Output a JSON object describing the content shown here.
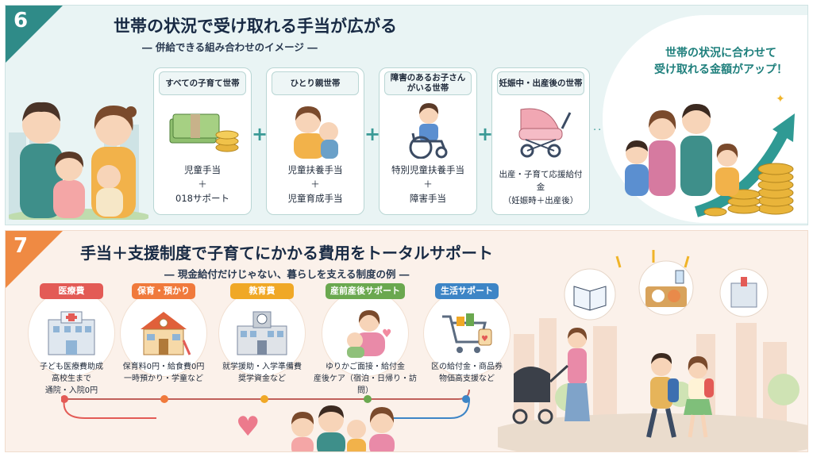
{
  "section6": {
    "number": "6",
    "title": "世帯の状況で受け取れる手当が広がる",
    "subtitle": "― 併給できる組み合わせのイメージ ―",
    "cards": [
      {
        "header": "すべての子育て世帯",
        "benefits": [
          "児童手当",
          "＋",
          "018サポート"
        ]
      },
      {
        "header": "ひとり親世帯",
        "benefits": [
          "児童扶養手当",
          "＋",
          "児童育成手当"
        ]
      },
      {
        "header": "障害のあるお子さん\nがいる世帯",
        "benefits": [
          "特別児童扶養手当",
          "＋",
          "障害手当"
        ]
      },
      {
        "header": "妊娠中・出産後の世帯",
        "benefits": [
          "出産・子育て応援給付金",
          "（妊娠時＋出産後）"
        ]
      }
    ],
    "plus": "+",
    "result_line1": "世帯の状況に合わせて",
    "result_line2": "受け取れる金額がアップ！"
  },
  "section7": {
    "number": "7",
    "title": "手当＋支援制度で子育てにかかる費用をトータルサポート",
    "subtitle": "― 現金給付だけじゃない、暮らしを支える制度の例 ―",
    "supports": [
      {
        "label": "医療費",
        "color": "#e35b56",
        "desc": [
          "子ども医療費助成",
          "高校生まで",
          "通院・入院0円"
        ]
      },
      {
        "label": "保育・預かり",
        "color": "#f07a3c",
        "desc": [
          "保育料0円・給食費0円",
          "一時預かり・学童など"
        ]
      },
      {
        "label": "教育費",
        "color": "#f0a826",
        "desc": [
          "就学援助・入学準備費",
          "奨学資金など"
        ]
      },
      {
        "label": "産前産後サポート",
        "color": "#6aa84f",
        "desc": [
          "ゆりかご面接・給付金",
          "産後ケア（宿泊・日帰り・訪問）"
        ]
      },
      {
        "label": "生活サポート",
        "color": "#3d85c6",
        "desc": [
          "区の給付金・商品券",
          "物価高支援など"
        ]
      }
    ]
  },
  "colors": {
    "teal": "#2f8b88",
    "orange": "#ef8a43"
  }
}
